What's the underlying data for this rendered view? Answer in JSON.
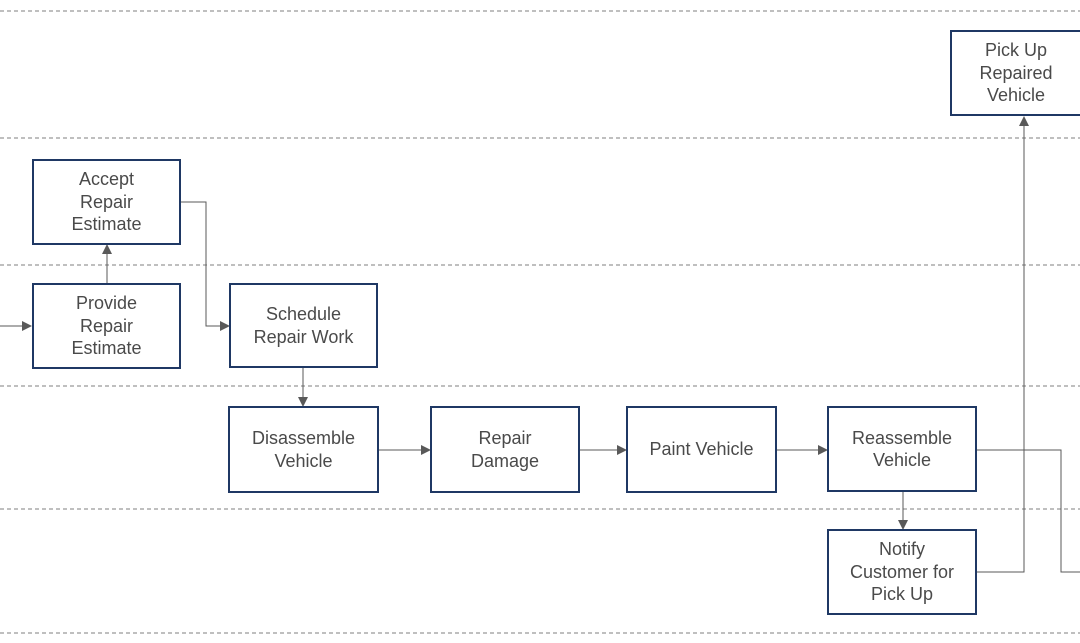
{
  "diagram": {
    "line_color": "#595959",
    "box_border_color": "#1f3864",
    "text_color": "#4a4a4a",
    "nodes": {
      "pick_up": "Pick Up\nRepaired\nVehicle",
      "accept": "Accept\nRepair\nEstimate",
      "provide": "Provide\nRepair\nEstimate",
      "schedule": "Schedule\nRepair Work",
      "disassemble": "Disassemble\nVehicle",
      "repair": "Repair\nDamage",
      "paint": "Paint Vehicle",
      "reassemble": "Reassemble\nVehicle",
      "notify": "Notify\nCustomer for\nPick Up"
    }
  }
}
